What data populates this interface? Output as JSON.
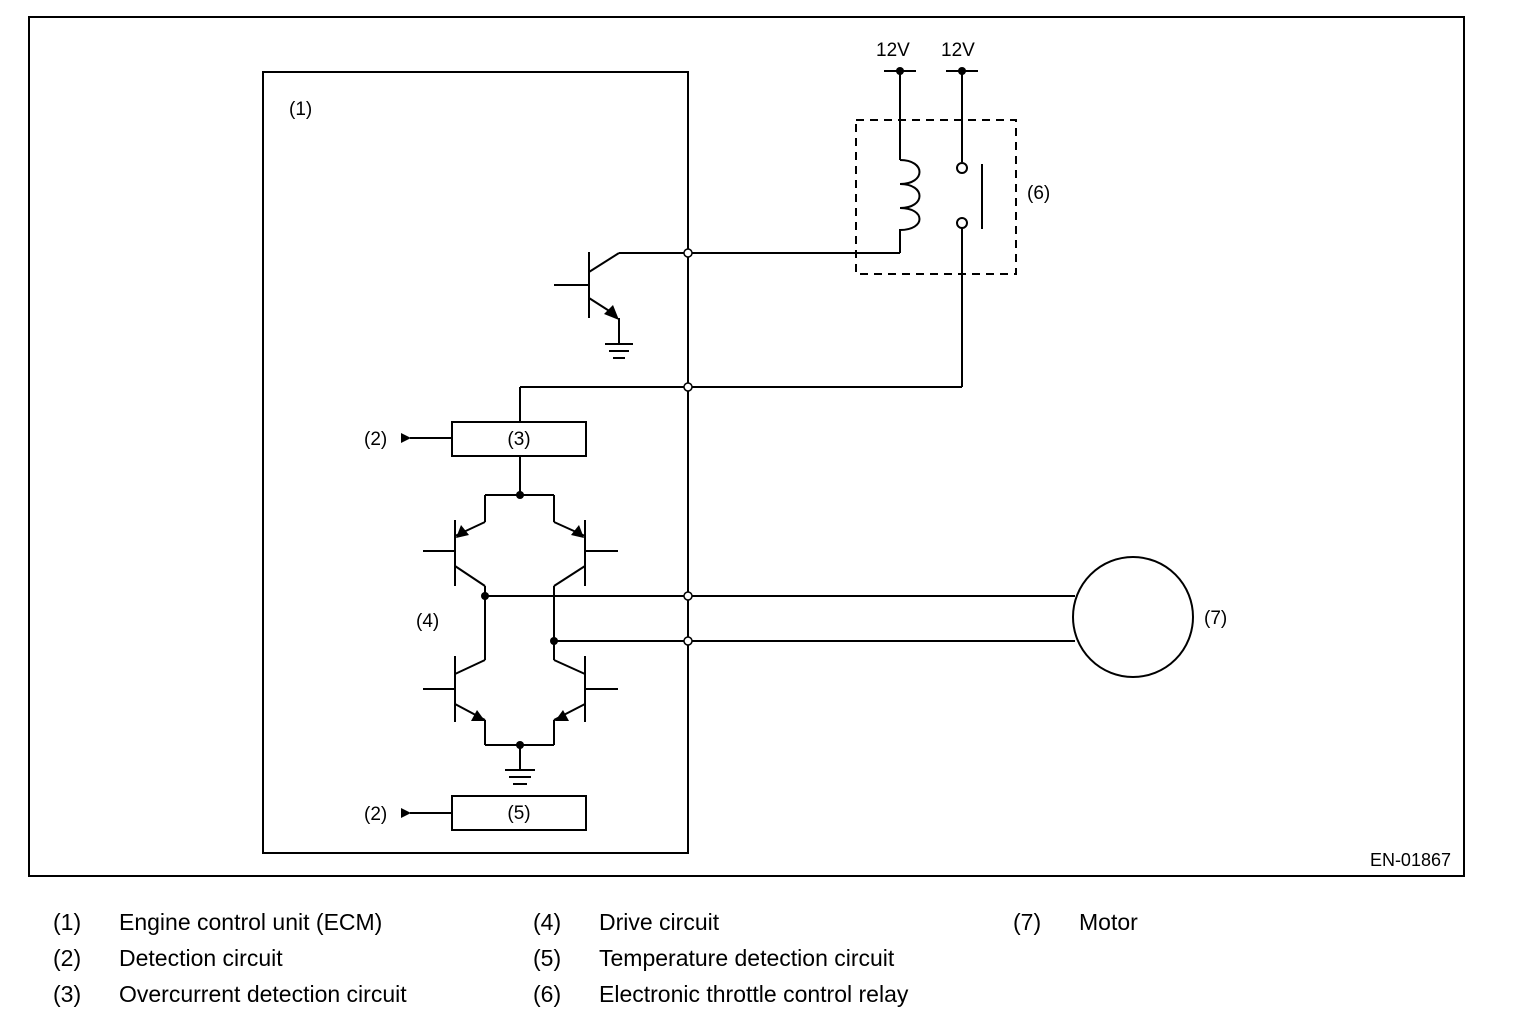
{
  "diagram": {
    "code": "EN-01867",
    "supply_left": "12V",
    "supply_right": "12V",
    "labels": {
      "ecm": "(1)",
      "detection_top": "(2)",
      "overcurrent": "(3)",
      "drive": "(4)",
      "detection_bottom": "(2)",
      "temperature": "(5)",
      "relay": "(6)",
      "motor": "(7)"
    }
  },
  "legend": [
    {
      "num": "(1)",
      "text": "Engine control unit (ECM)"
    },
    {
      "num": "(2)",
      "text": "Detection circuit"
    },
    {
      "num": "(3)",
      "text": "Overcurrent detection circuit"
    },
    {
      "num": "(4)",
      "text": "Drive circuit"
    },
    {
      "num": "(5)",
      "text": "Temperature detection circuit"
    },
    {
      "num": "(6)",
      "text": "Electronic throttle control relay"
    },
    {
      "num": "(7)",
      "text": "Motor"
    }
  ]
}
